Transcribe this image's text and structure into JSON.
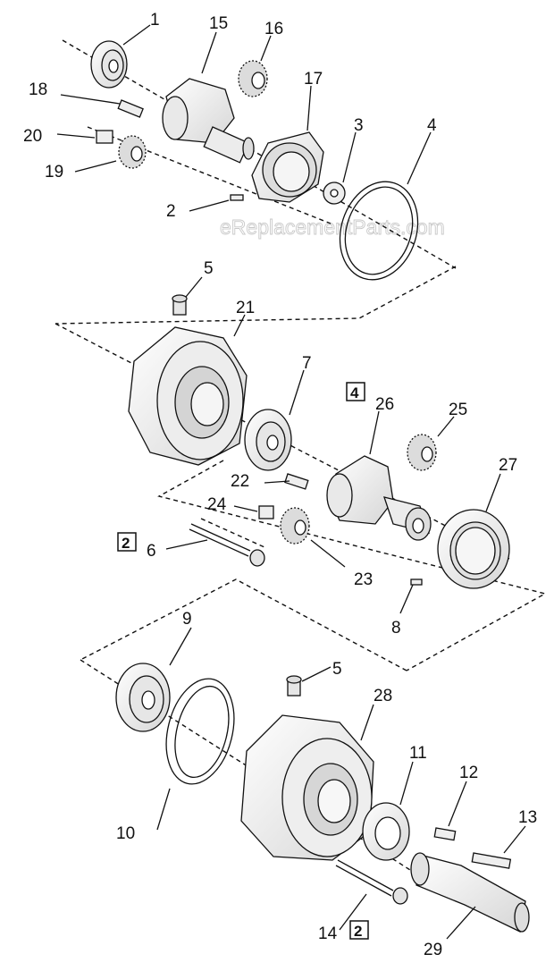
{
  "watermark": "eReplacementParts.com",
  "callouts": {
    "c1": "1",
    "c15": "15",
    "c16": "16",
    "c18": "18",
    "c17": "17",
    "c3": "3",
    "c4": "4",
    "c20": "20",
    "c19": "19",
    "c2": "2",
    "c5a": "5",
    "c21": "21",
    "c7": "7",
    "c26": "26",
    "c25": "25",
    "c27": "27",
    "c22": "22",
    "c24": "24",
    "c6": "6",
    "c23": "23",
    "c8": "8",
    "c9": "9",
    "c5b": "5",
    "c28": "28",
    "c11": "11",
    "c12": "12",
    "c13": "13",
    "c10": "10",
    "c14": "14",
    "c29": "29"
  },
  "note_boxes": {
    "n4": "4",
    "n2a": "2",
    "n2b": "2"
  },
  "colors": {
    "ink": "#111111",
    "part_fill": "#f2f2f2",
    "part_shade": "#cfcfcf",
    "paper": "#ffffff"
  }
}
